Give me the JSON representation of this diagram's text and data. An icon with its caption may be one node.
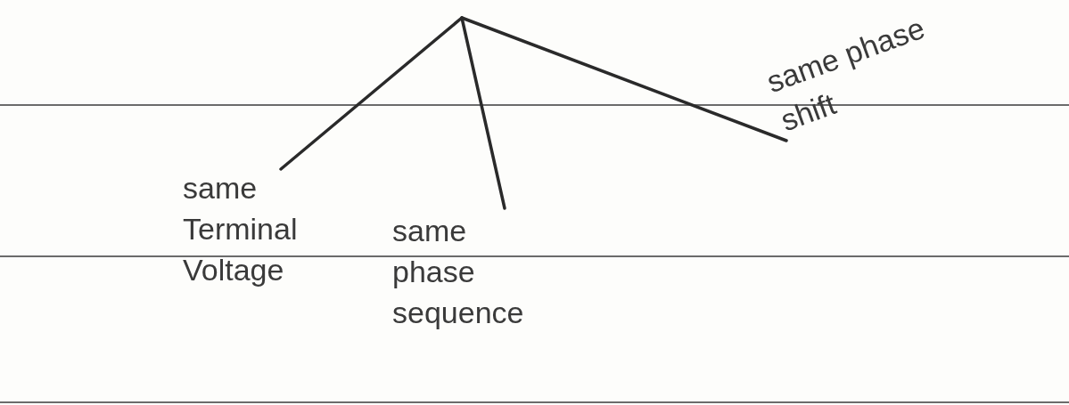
{
  "diagram": {
    "nodes": [
      {
        "text": [
          "same Terminal Voltage"
        ]
      },
      {
        "text": [
          "same phase sequence"
        ]
      },
      {
        "text": [
          "same phase shift"
        ]
      }
    ],
    "edges": [
      {
        "from": null,
        "to": 0,
        "arrow": "none"
      },
      {
        "from": null,
        "to": 1,
        "arrow": "none"
      },
      {
        "from": null,
        "to": 2,
        "arrow": "none"
      }
    ]
  }
}
